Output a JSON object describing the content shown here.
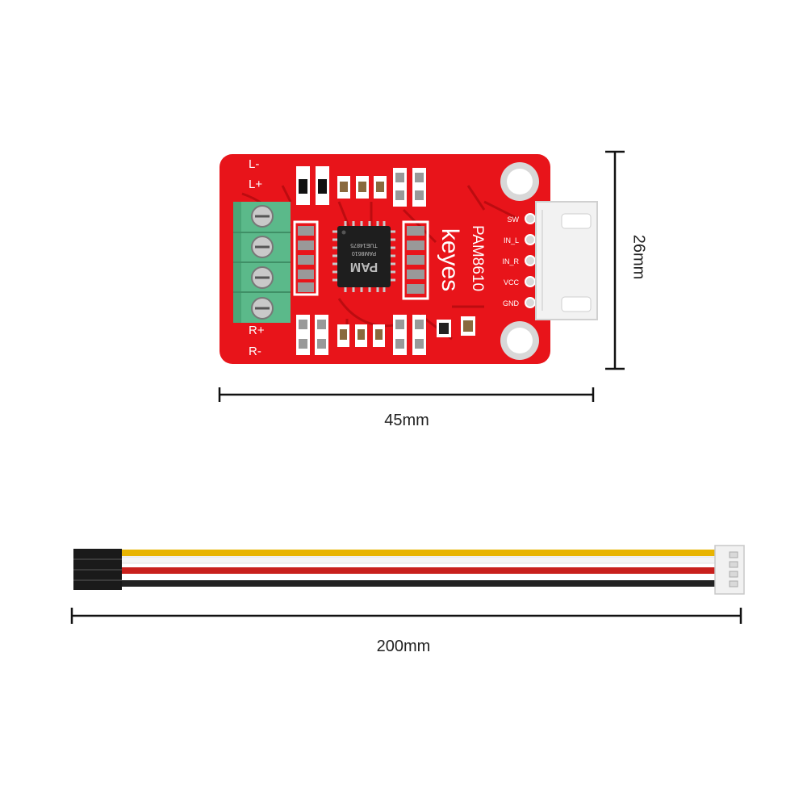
{
  "board": {
    "brand": "keyes",
    "model": "PAM8610",
    "chip_logo": "PAM",
    "chip_model": "PAM8610",
    "chip_code": "TUE14875",
    "left_labels": [
      "L-",
      "L+",
      "R+",
      "R-"
    ],
    "pin_labels": [
      "SW",
      "IN_L",
      "IN_R",
      "VCC",
      "GND"
    ],
    "colors": {
      "pcb": "#e8141a",
      "terminal": "#5bb98a",
      "silk": "#ffffff",
      "chip": "#1e1e1e"
    }
  },
  "dimensions": {
    "width": "45mm",
    "height": "26mm",
    "cable": "200mm"
  },
  "cable": {
    "wire_colors": [
      "#e8b400",
      "#f4f4f4",
      "#c8201c",
      "#222222"
    ]
  }
}
